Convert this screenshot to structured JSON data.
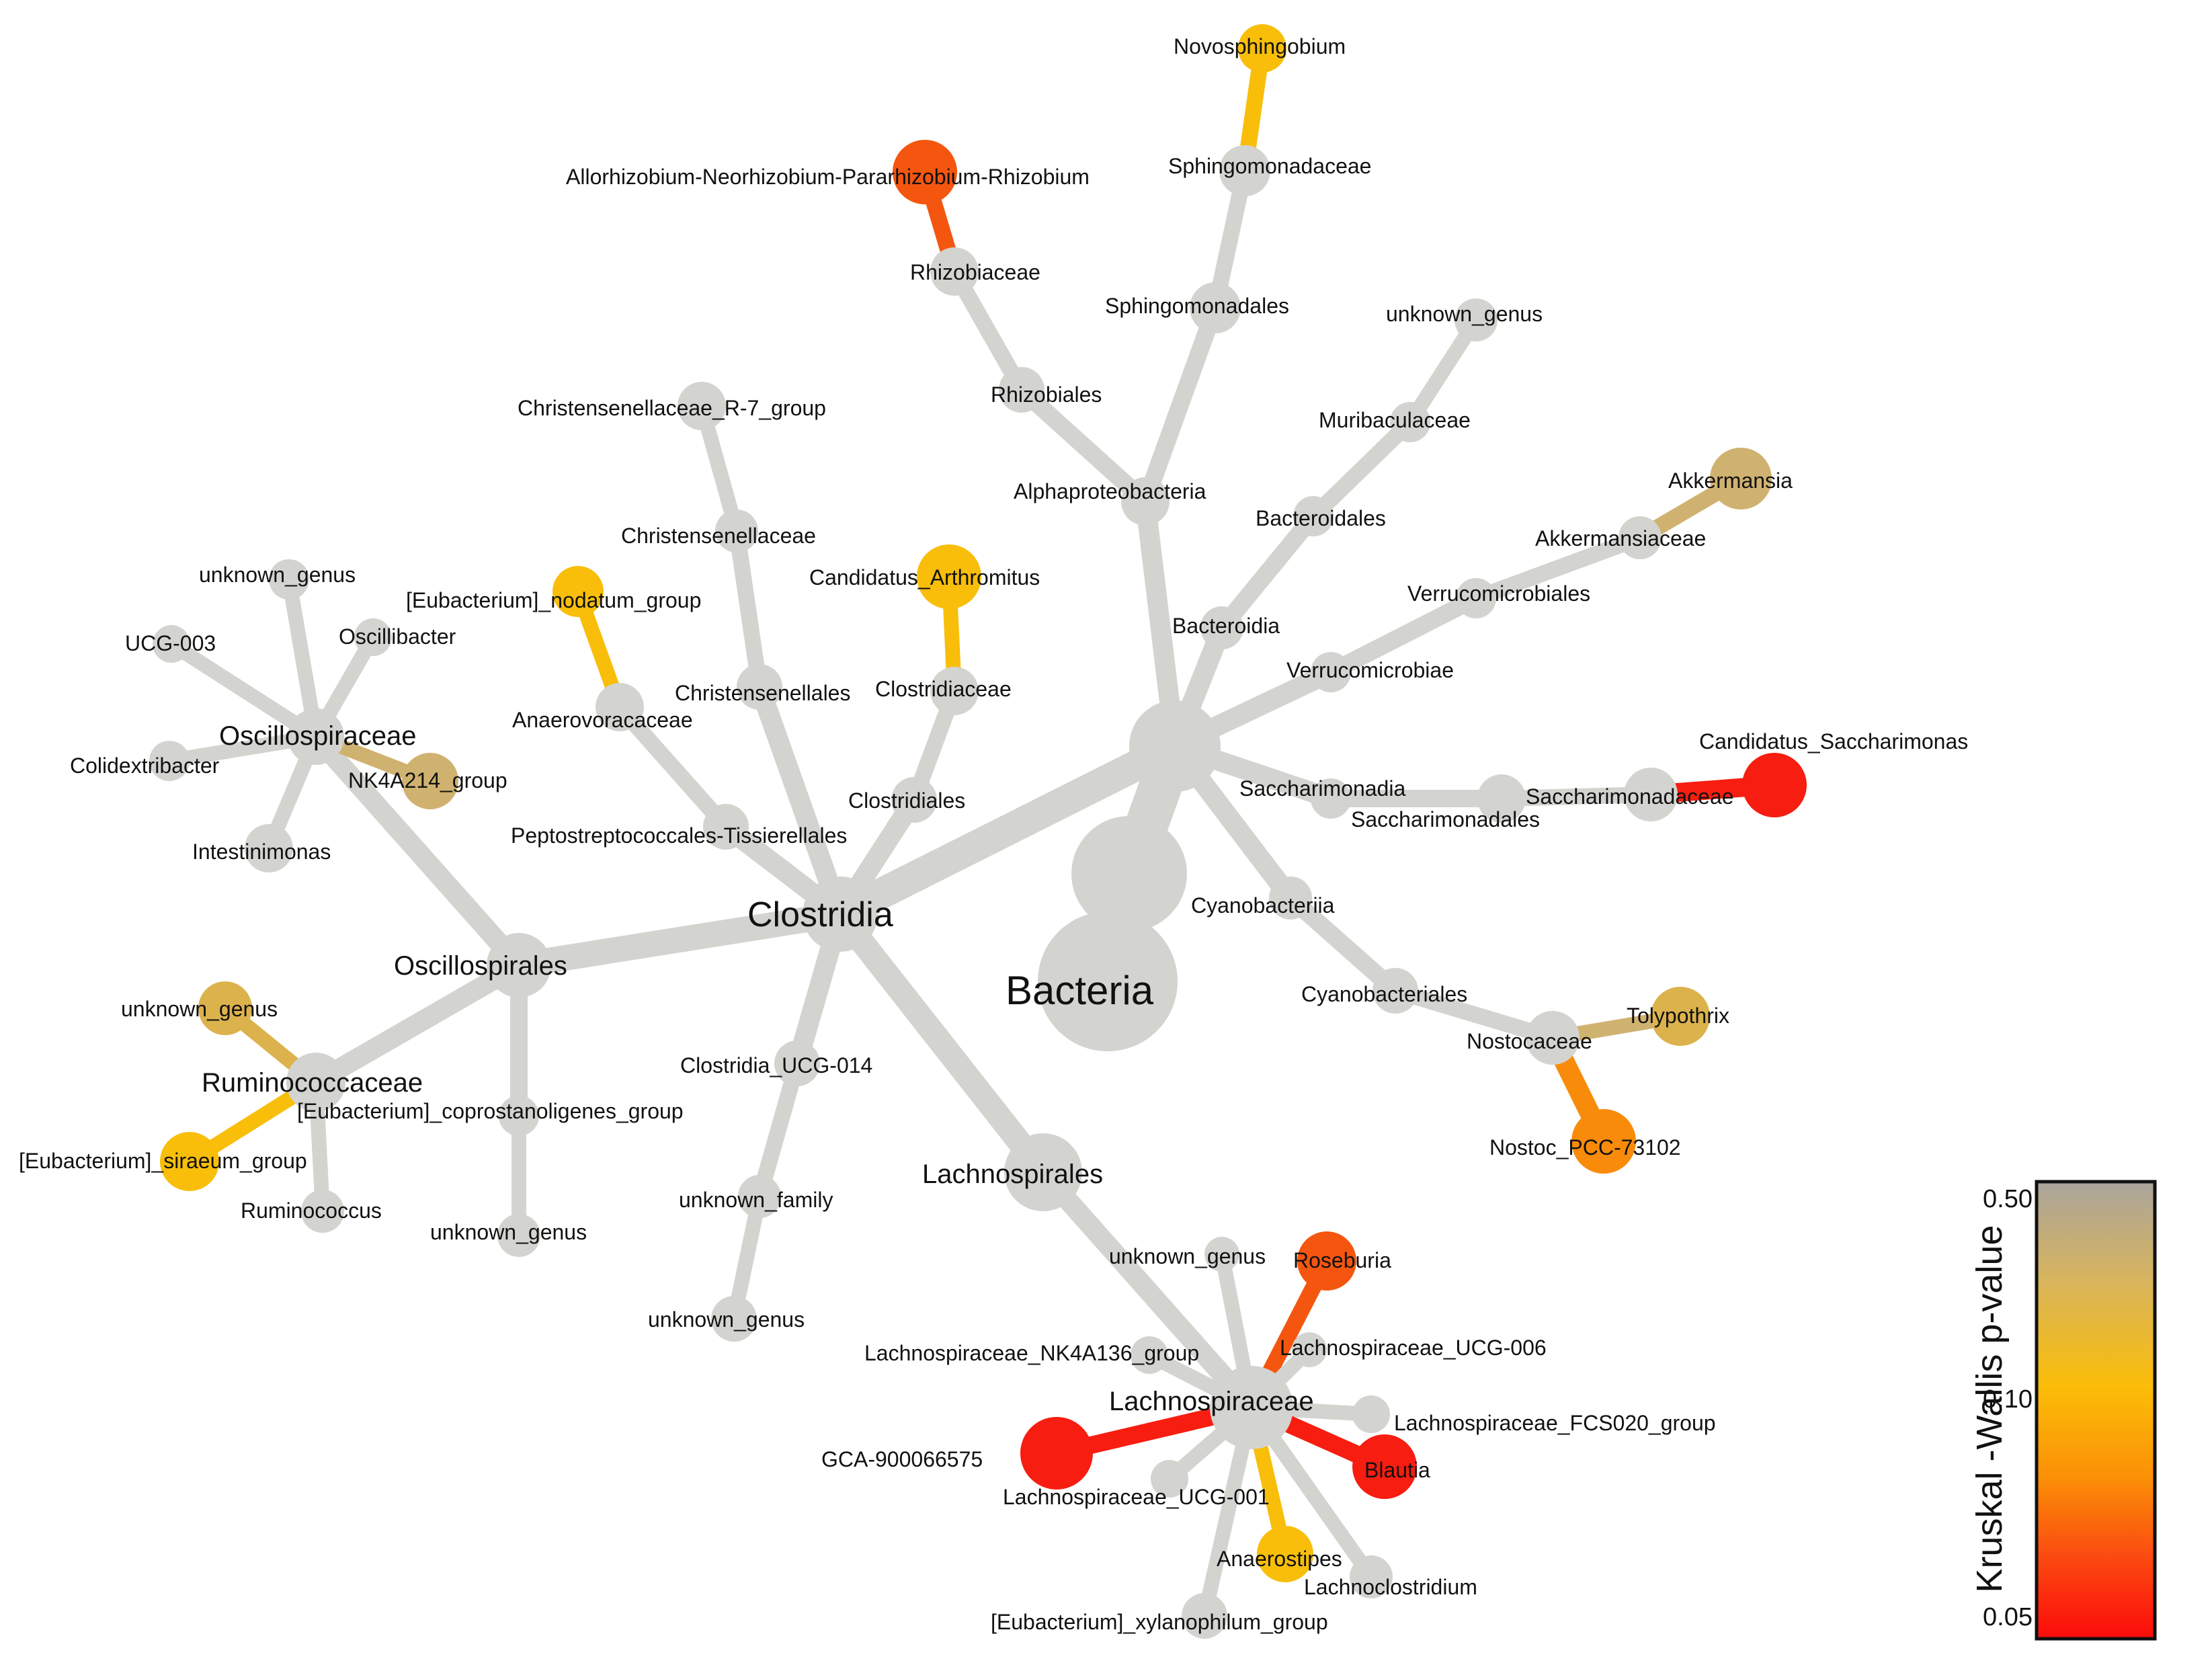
{
  "nodes": {
    "bacteria": "Bacteria",
    "clostridia": "Clostridia",
    "oscillospirales": "Oscillospirales",
    "oscillospiraceae": "Oscillospiraceae",
    "ucg003": "UCG-003",
    "osc_unknown_genus": "unknown_genus",
    "oscillibacter": "Oscillibacter",
    "colidextribacter": "Colidextribacter",
    "nk4a214": "NK4A214_group",
    "intestinimonas": "Intestinimonas",
    "ruminococcaceae": "Ruminococcaceae",
    "rum_unknown_genus": "unknown_genus",
    "eub_siraeum": "[Eubacterium]_siraeum_group",
    "ruminococcus": "Ruminococcus",
    "eub_coprostanoligenes": "[Eubacterium]_coprostanoligenes_group",
    "cop_unknown_genus": "unknown_genus",
    "peptostreptococcales": "Peptostreptococcales-Tissierellales",
    "anaerovoracaceae": "Anaerovoracaceae",
    "eub_nodatum": "[Eubacterium]_nodatum_group",
    "christensenellales": "Christensenellales",
    "christensenellaceae": "Christensenellaceae",
    "christensenellaceae_r7": "Christensenellaceae_R-7_group",
    "clostridiales": "Clostridiales",
    "clostridiaceae": "Clostridiaceae",
    "candidatus_arthromitus": "Candidatus_Arthromitus",
    "clostridia_ucg014": "Clostridia_UCG-014",
    "unknown_family": "unknown_family",
    "fam_unknown_genus": "unknown_genus",
    "lachnospirales": "Lachnospirales",
    "lachnospiraceae": "Lachnospiraceae",
    "lach_unknown_genus": "unknown_genus",
    "roseburia": "Roseburia",
    "lach_nk4a136": "Lachnospiraceae_NK4A136_group",
    "lach_ucg006": "Lachnospiraceae_UCG-006",
    "lach_fcs020": "Lachnospiraceae_FCS020_group",
    "gca": "GCA-900066575",
    "lach_ucg001": "Lachnospiraceae_UCG-001",
    "blautia": "Blautia",
    "anaerostipes": "Anaerostipes",
    "lachnoclostridium": "Lachnoclostridium",
    "eub_xylanophilum": "[Eubacterium]_xylanophilum_group",
    "alphaproteobacteria": "Alphaproteobacteria",
    "rhizobiales": "Rhizobiales",
    "rhizobiaceae": "Rhizobiaceae",
    "allorhizobium": "Allorhizobium-Neorhizobium-Pararhizobium-Rhizobium",
    "sphingomonadales": "Sphingomonadales",
    "sphingomonadaceae": "Sphingomonadaceae",
    "novosphingobium": "Novosphingobium",
    "bacteroidia": "Bacteroidia",
    "bacteroidales": "Bacteroidales",
    "muribaculaceae": "Muribaculaceae",
    "mur_unknown_genus": "unknown_genus",
    "verrucomicrobiae": "Verrucomicrobiae",
    "verrucomicrobiales": "Verrucomicrobiales",
    "akkermansiaceae": "Akkermansiaceae",
    "akkermansia": "Akkermansia",
    "saccharimonadia": "Saccharimonadia",
    "saccharimonadales": "Saccharimonadales",
    "saccharimonadaceae": "Saccharimonadaceae",
    "candidatus_saccharimonas": "Candidatus_Saccharimonas",
    "cyanobacteriia": "Cyanobacteriia",
    "cyanobacteriales": "Cyanobacteriales",
    "nostocaceae": "Nostocaceae",
    "tolypothrix": "Tolypothrix",
    "nostoc": "Nostoc_PCC-73102"
  },
  "legend": {
    "title": "Kruskal -Wallis p-value",
    "tick_top": "0.50",
    "tick_mid": "0.10",
    "tick_bottom": "0.05",
    "gradient_colors": [
      "#aaa49c",
      "#d8b45c",
      "#fbbd07",
      "#fb8f07",
      "#fb4a10",
      "#fb0b0b"
    ]
  },
  "colors": {
    "neutral": "#d3d3d0",
    "yellow": "#f8be0a",
    "ochre": "#dcb24c",
    "tan": "#d0b270",
    "orange": "#f98b0a",
    "orange_red": "#f5560f",
    "red": "#f71d10"
  }
}
